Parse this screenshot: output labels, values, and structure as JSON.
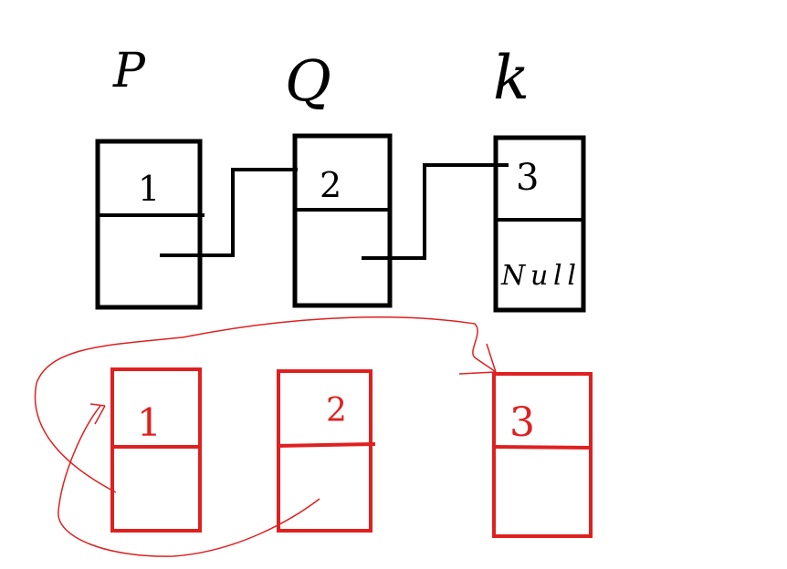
{
  "diagram": {
    "pointer_labels": [
      "P",
      "Q",
      "k"
    ],
    "original_list": {
      "nodes": [
        {
          "value": "1",
          "next": ""
        },
        {
          "value": "2",
          "next": ""
        },
        {
          "value": "3",
          "next": "Null"
        }
      ]
    },
    "reversed_list": {
      "nodes": [
        {
          "value": "1",
          "next": ""
        },
        {
          "value": "2",
          "next": ""
        },
        {
          "value": "3",
          "next": ""
        }
      ]
    },
    "colors": {
      "original": "#000000",
      "reversed": "#e02020",
      "arc": "#e02020"
    }
  }
}
